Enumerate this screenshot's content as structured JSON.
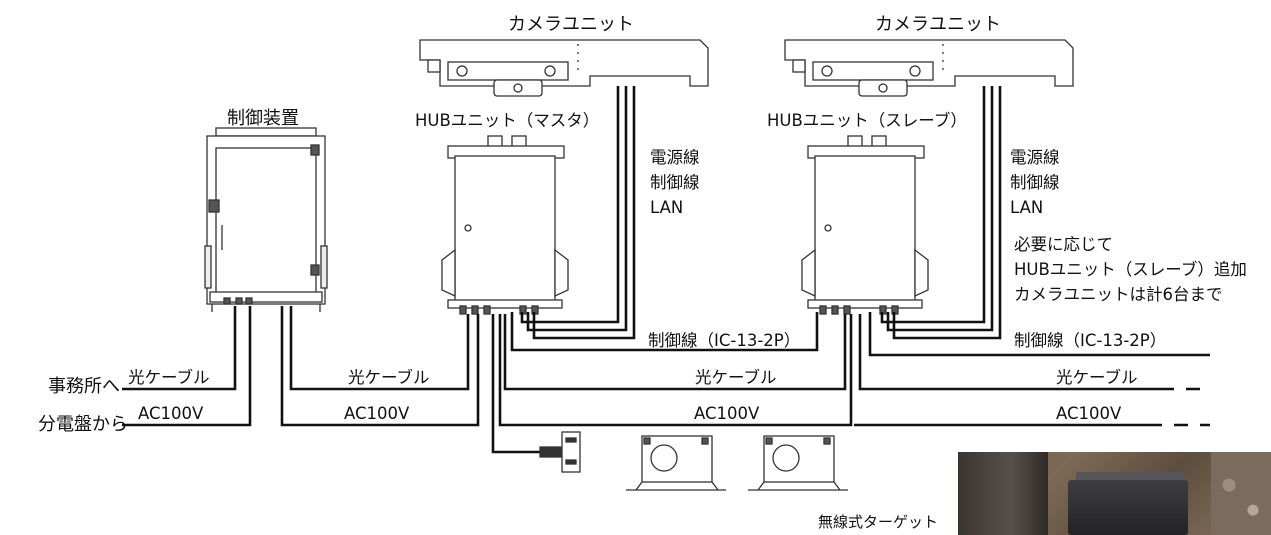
{
  "labels": {
    "control_device": "制御装置",
    "camera_unit_1": "カメラユニット",
    "camera_unit_2": "カメラユニット",
    "hub_master": "HUBユニット（マスタ）",
    "hub_slave": "HUBユニット（スレーブ）",
    "cable_power_1": "電源線",
    "cable_control_1": "制御線",
    "cable_lan_1": "LAN",
    "cable_power_2": "電源線",
    "cable_control_2": "制御線",
    "cable_lan_2": "LAN",
    "note_line1": "必要に応じて",
    "note_line2": "HUBユニット（スレーブ）追加",
    "note_line3": "カメラユニットは計6台まで",
    "control_line_1": "制御線（IC-13-2P）",
    "control_line_2": "制御線（IC-13-2P）",
    "to_office": "事務所へ",
    "from_panel": "分電盤から",
    "fiber_1": "光ケーブル",
    "fiber_2": "光ケーブル",
    "fiber_3": "光ケーブル",
    "fiber_4": "光ケーブル",
    "ac_1": "AC100V",
    "ac_2": "AC100V",
    "ac_3": "AC100V",
    "ac_4": "AC100V",
    "wireless_target": "無線式ターゲット"
  },
  "colors": {
    "line": "#111111",
    "equipment_stroke": "#333333",
    "equipment_fill": "#ffffff"
  },
  "icons": {
    "camera_unit": "camera-unit-icon",
    "hub_unit": "hub-unit-icon",
    "control_cabinet": "control-cabinet-icon",
    "target": "target-icon",
    "sensor": "sensor-probe-icon"
  }
}
